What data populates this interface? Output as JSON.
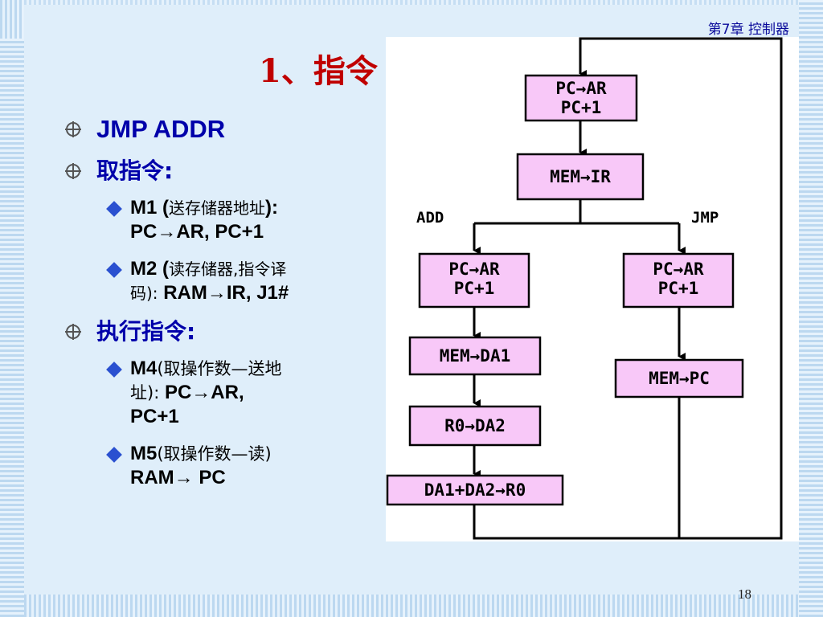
{
  "slide": {
    "chapter_label": "第7章  控制器",
    "title": "1、指令",
    "page_number": "18"
  },
  "bullets": [
    {
      "text": "JMP ADDR",
      "level": 1,
      "children": []
    },
    {
      "text": "取指令:",
      "level": 1,
      "children": [
        {
          "line1_prefix": "M1 (",
          "line1_cn": "送存储器地址",
          "line1_suffix": "):",
          "line2": "PC→AR, PC+1"
        },
        {
          "line1_prefix": "M2 (",
          "line1_cn": "读存储器,指令译",
          "line1_suffix": "",
          "line2_cn": "码):",
          "line2": "RAM→IR, J1#"
        }
      ]
    },
    {
      "text": "执行指令:",
      "level": 1,
      "children": [
        {
          "line1_prefix": "M4",
          "line1_cn": "(取操作数—送地",
          "line2_cn": "址):",
          "line2": "PC→AR,",
          "line3": "PC+1"
        },
        {
          "line1_prefix": "M5",
          "line1_cn": "(取操作数—读)",
          "line2": "RAM→ PC"
        }
      ]
    }
  ],
  "flowchart": {
    "boxes": {
      "fetch1": {
        "line1": "PC→AR",
        "line2": "PC+1"
      },
      "fetch2": {
        "line1": "MEM→IR"
      },
      "add1": {
        "line1": "PC→AR",
        "line2": "PC+1"
      },
      "add2": {
        "line1": "MEM→DA1"
      },
      "add3": {
        "line1": "R0→DA2"
      },
      "add4": {
        "line1": "DA1+DA2→R0"
      },
      "jmp1": {
        "line1": "PC→AR",
        "line2": "PC+1"
      },
      "jmp2": {
        "line1": "MEM→PC"
      }
    },
    "branch_labels": {
      "add": "ADD",
      "jmp": "JMP"
    },
    "colors": {
      "box_fill": "#f8c8f8",
      "stroke": "#000000"
    }
  }
}
